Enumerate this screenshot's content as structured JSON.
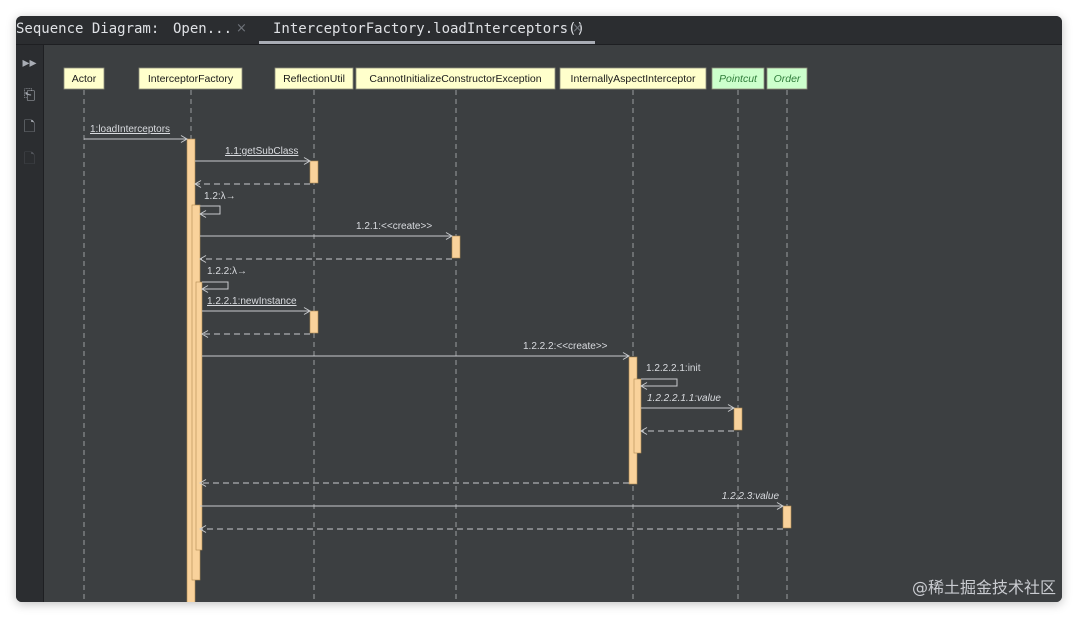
{
  "tabs": [
    {
      "label": "Sequence Diagram:",
      "closable": false,
      "active": false
    },
    {
      "label": "Open...",
      "closable": true,
      "active": false
    },
    {
      "label": "InterceptorFactory.loadInterceptors()",
      "closable": true,
      "active": true
    }
  ],
  "close_glyph": "×",
  "tools": [
    {
      "icon": "expand-icon",
      "glyph": "▸▸"
    },
    {
      "icon": "export-icon",
      "glyph": "⎗"
    },
    {
      "icon": "document-icon",
      "glyph": "🗋"
    },
    {
      "icon": "document-disabled-icon",
      "glyph": "🗋"
    }
  ],
  "colors": {
    "participant_fill": "#ffffcc",
    "participant_alt_fill": "#ccffcc",
    "participant_text": "#1a1a1a",
    "participant_alt_text": "#2f7d3a",
    "activation": "#f9d29b",
    "lifeline": "#9a9ca0",
    "arrow": "#c8cacd"
  },
  "participants": [
    {
      "name": "Actor",
      "kind": "normal"
    },
    {
      "name": "InterceptorFactory",
      "kind": "normal"
    },
    {
      "name": "ReflectionUtil",
      "kind": "normal"
    },
    {
      "name": "CannotInitializeConstructorException",
      "kind": "normal"
    },
    {
      "name": "InternallyAspectInterceptor",
      "kind": "normal"
    },
    {
      "name": "Pointcut",
      "kind": "interface"
    },
    {
      "name": "Order",
      "kind": "interface"
    }
  ],
  "messages": [
    {
      "label": "1:loadInterceptors",
      "underline": true,
      "italic": false
    },
    {
      "label": "1.1:getSubClass",
      "underline": true,
      "italic": false
    },
    {
      "label": "1.2:λ→",
      "underline": false,
      "italic": false
    },
    {
      "label": "1.2.1:<<create>>",
      "underline": false,
      "italic": false
    },
    {
      "label": "1.2.2:λ→",
      "underline": false,
      "italic": false
    },
    {
      "label": "1.2.2.1:newInstance",
      "underline": true,
      "italic": false
    },
    {
      "label": "1.2.2.2:<<create>>",
      "underline": false,
      "italic": false
    },
    {
      "label": "1.2.2.2.1:init",
      "underline": false,
      "italic": false
    },
    {
      "label": "1.2.2.2.1.1:value",
      "underline": false,
      "italic": true
    },
    {
      "label": "1.2.2.3:value",
      "underline": false,
      "italic": true
    }
  ],
  "watermark": "@稀土掘金技术社区"
}
